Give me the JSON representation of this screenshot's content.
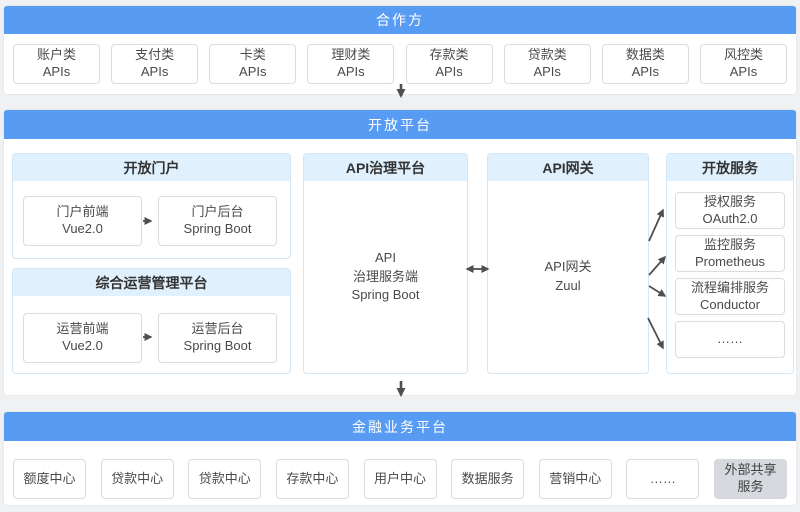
{
  "partners": {
    "title": "合作方",
    "apis": [
      "账户类\nAPIs",
      "支付类\nAPIs",
      "卡类\nAPIs",
      "理财类\nAPIs",
      "存款类\nAPIs",
      "贷款类\nAPIs",
      "数据类\nAPIs",
      "风控类\nAPIs"
    ]
  },
  "open_platform": {
    "title": "开放平台",
    "portal": {
      "title": "开放门户",
      "frontend": "门户前端\nVue2.0",
      "backend": "门户后台\nSpring Boot"
    },
    "ops": {
      "title": "综合运营管理平台",
      "frontend": "运营前端\nVue2.0",
      "backend": "运营后台\nSpring Boot"
    },
    "governance": {
      "title": "API治理平台",
      "body": "API\n治理服务端\nSpring Boot"
    },
    "gateway": {
      "title": "API网关",
      "body": "API网关\nZuul"
    },
    "services": {
      "title": "开放服务",
      "items": [
        "授权服务\nOAuth2.0",
        "监控服务\nPrometheus",
        "流程编排服务\nConductor",
        "……"
      ]
    }
  },
  "financial": {
    "title": "金融业务平台",
    "items": [
      "额度中心",
      "贷款中心",
      "贷款中心",
      "存款中心",
      "用户中心",
      "数据服务",
      "营销中心",
      "……",
      "外部共享\n服务"
    ]
  },
  "colors": {
    "header_blue": "#579BF2",
    "subheader_bg": "#E0F1FD",
    "subpanel_border": "#D3E7F7",
    "gray_box": "#D6D9DD",
    "arrow": "#4F4F4F"
  }
}
